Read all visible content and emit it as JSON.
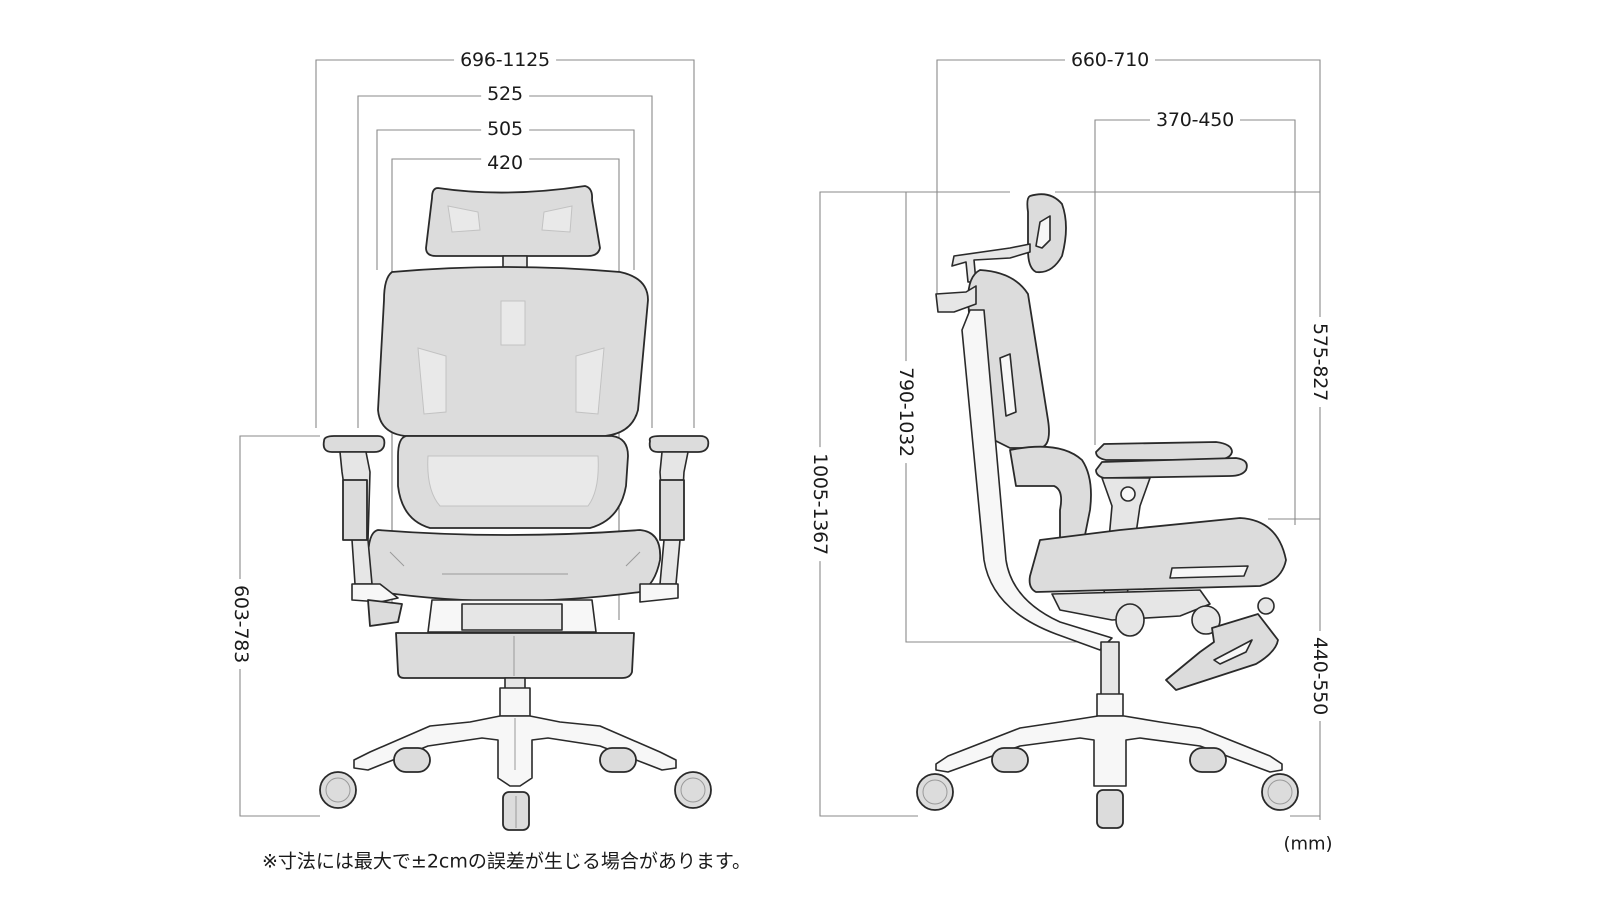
{
  "diagram": {
    "subject": "Office chair dimension drawing",
    "unit_label": "(mm)",
    "note": "※寸法には最大で±2cmの誤差が生じる場合があります。",
    "colors": {
      "background": "#ffffff",
      "dimension_line": "#8a8a8a",
      "chair_fill": "#dcdcdc",
      "chair_outline": "#2a2a2a",
      "text": "#1a1a1a"
    },
    "front_view": {
      "dimensions": {
        "overall_width": "696-1125",
        "backrest_outer_width": "525",
        "backrest_width": "505",
        "seat_width": "420",
        "armrest_height": "603-783"
      }
    },
    "side_view": {
      "dimensions": {
        "overall_depth": "660-710",
        "seat_depth": "370-450",
        "overall_height": "1005-1367",
        "backrest_height": "790-1032",
        "backrest_to_seat": "575-827",
        "seat_height": "440-550"
      }
    }
  }
}
